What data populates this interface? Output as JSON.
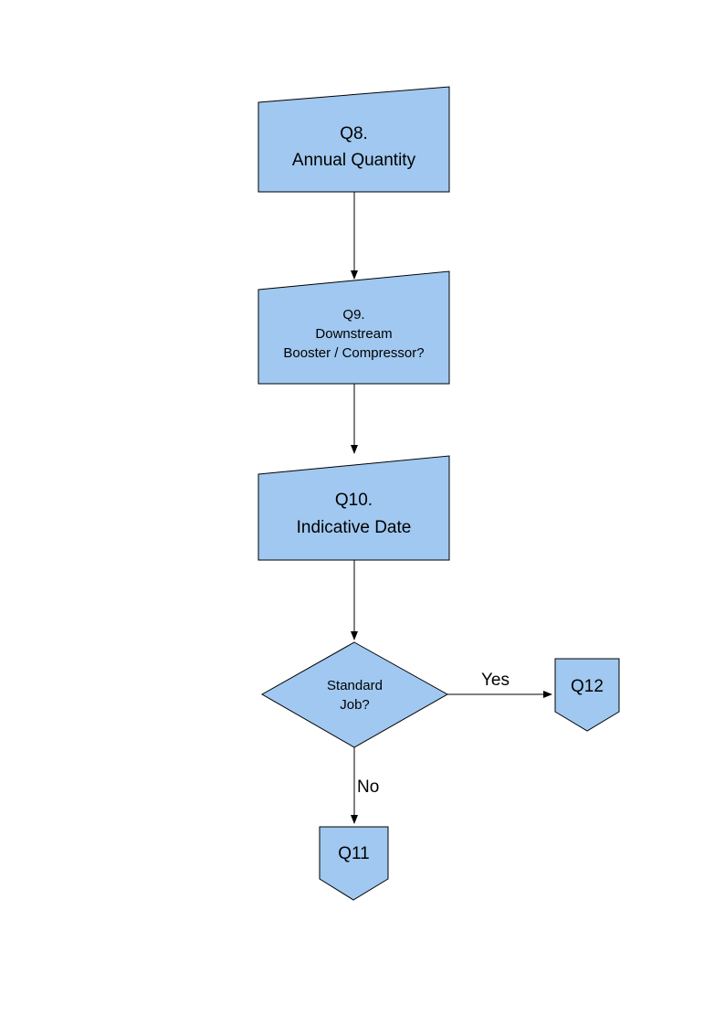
{
  "colors": {
    "node_fill": "#A0C8F0",
    "node_stroke": "#000000",
    "arrow_color": "#000000",
    "background": "#FFFFFF"
  },
  "nodes": {
    "q8": {
      "line1": "Q8.",
      "line2": "Annual Quantity"
    },
    "q9": {
      "line1": "Q9.",
      "line2": "Downstream",
      "line3": "Booster / Compressor?"
    },
    "q10": {
      "line1": "Q10.",
      "line2": "Indicative Date"
    },
    "decision": {
      "line1": "Standard",
      "line2": "Job?"
    },
    "q12": {
      "label": "Q12"
    },
    "q11": {
      "label": "Q11"
    }
  },
  "edges": {
    "yes_label": "Yes",
    "no_label": "No"
  }
}
